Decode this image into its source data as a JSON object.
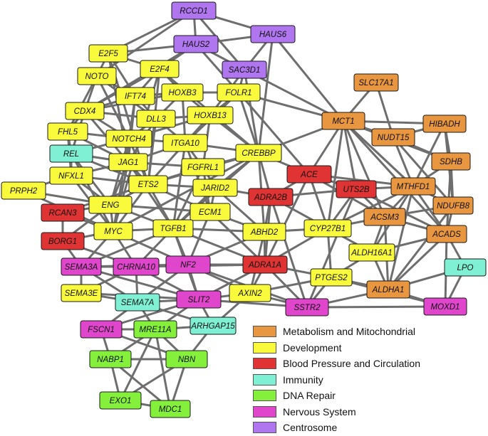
{
  "colors": {
    "metabolism": "#e8963f",
    "development": "#fafa3c",
    "blood": "#e03434",
    "immunity": "#7ff0d4",
    "dna": "#84f03c",
    "nervous": "#e046cc",
    "centrosome": "#b076f0"
  },
  "legend": [
    {
      "label": "Metabolism and Mitochondrial",
      "cat": "metabolism"
    },
    {
      "label": "Development",
      "cat": "development"
    },
    {
      "label": "Blood Pressure and Circulation",
      "cat": "blood"
    },
    {
      "label": "Immunity",
      "cat": "immunity"
    },
    {
      "label": "DNA Repair",
      "cat": "dna"
    },
    {
      "label": "Nervous System",
      "cat": "nervous"
    },
    {
      "label": "Centrosome",
      "cat": "centrosome"
    }
  ],
  "nodes": [
    {
      "id": "RCCD1",
      "cat": "centrosome"
    },
    {
      "id": "HAUS6",
      "cat": "centrosome"
    },
    {
      "id": "HAUS2",
      "cat": "centrosome"
    },
    {
      "id": "SAC3D1",
      "cat": "centrosome"
    },
    {
      "id": "E2F5",
      "cat": "development"
    },
    {
      "id": "E2F4",
      "cat": "development"
    },
    {
      "id": "NOTO",
      "cat": "development"
    },
    {
      "id": "IFT74",
      "cat": "development"
    },
    {
      "id": "HOXB3",
      "cat": "development"
    },
    {
      "id": "FOLR1",
      "cat": "development"
    },
    {
      "id": "CDX4",
      "cat": "development"
    },
    {
      "id": "DLL3",
      "cat": "development"
    },
    {
      "id": "HOXB13",
      "cat": "development"
    },
    {
      "id": "FHL5",
      "cat": "development"
    },
    {
      "id": "NOTCH4",
      "cat": "development"
    },
    {
      "id": "ITGA10",
      "cat": "development"
    },
    {
      "id": "REL",
      "cat": "immunity"
    },
    {
      "id": "JAG1",
      "cat": "development"
    },
    {
      "id": "FGFRL1",
      "cat": "development"
    },
    {
      "id": "CREBBP",
      "cat": "development"
    },
    {
      "id": "NFXL1",
      "cat": "development"
    },
    {
      "id": "ETS2",
      "cat": "development"
    },
    {
      "id": "JARID2",
      "cat": "development"
    },
    {
      "id": "PRPH2",
      "cat": "development"
    },
    {
      "id": "ENG",
      "cat": "development"
    },
    {
      "id": "ECM1",
      "cat": "development"
    },
    {
      "id": "RCAN3",
      "cat": "blood"
    },
    {
      "id": "MYC",
      "cat": "development"
    },
    {
      "id": "TGFB1",
      "cat": "development"
    },
    {
      "id": "ABHD2",
      "cat": "development"
    },
    {
      "id": "BORG1",
      "cat": "blood"
    },
    {
      "id": "ACE",
      "cat": "blood"
    },
    {
      "id": "ADRA2B",
      "cat": "blood"
    },
    {
      "id": "UTS2B",
      "cat": "blood"
    },
    {
      "id": "CYP27B1",
      "cat": "development"
    },
    {
      "id": "SEMA3A",
      "cat": "nervous"
    },
    {
      "id": "CHRNA10",
      "cat": "nervous"
    },
    {
      "id": "NF2",
      "cat": "nervous"
    },
    {
      "id": "ADRA1A",
      "cat": "blood"
    },
    {
      "id": "SEMA3E",
      "cat": "development"
    },
    {
      "id": "SEMA7A",
      "cat": "immunity"
    },
    {
      "id": "SLIT2",
      "cat": "nervous"
    },
    {
      "id": "AXIN2",
      "cat": "development"
    },
    {
      "id": "SSTR2",
      "cat": "nervous"
    },
    {
      "id": "FSCN1",
      "cat": "nervous"
    },
    {
      "id": "MRE11A",
      "cat": "dna"
    },
    {
      "id": "ARHGAP15",
      "cat": "immunity"
    },
    {
      "id": "NABP1",
      "cat": "dna"
    },
    {
      "id": "NBN",
      "cat": "dna"
    },
    {
      "id": "EXO1",
      "cat": "dna"
    },
    {
      "id": "MDC1",
      "cat": "dna"
    },
    {
      "id": "SLC17A1",
      "cat": "metabolism"
    },
    {
      "id": "MCT1",
      "cat": "metabolism"
    },
    {
      "id": "HIBADH",
      "cat": "metabolism"
    },
    {
      "id": "NUDT15",
      "cat": "metabolism"
    },
    {
      "id": "SDHB",
      "cat": "metabolism"
    },
    {
      "id": "MTHFD1",
      "cat": "metabolism"
    },
    {
      "id": "NDUFB8",
      "cat": "metabolism"
    },
    {
      "id": "ACSM3",
      "cat": "metabolism"
    },
    {
      "id": "ACADS",
      "cat": "metabolism"
    },
    {
      "id": "ALDH16A1",
      "cat": "development"
    },
    {
      "id": "PTGES2",
      "cat": "development"
    },
    {
      "id": "ALDHA1",
      "cat": "metabolism"
    },
    {
      "id": "LPO",
      "cat": "immunity"
    },
    {
      "id": "MOXD1",
      "cat": "nervous"
    }
  ]
}
